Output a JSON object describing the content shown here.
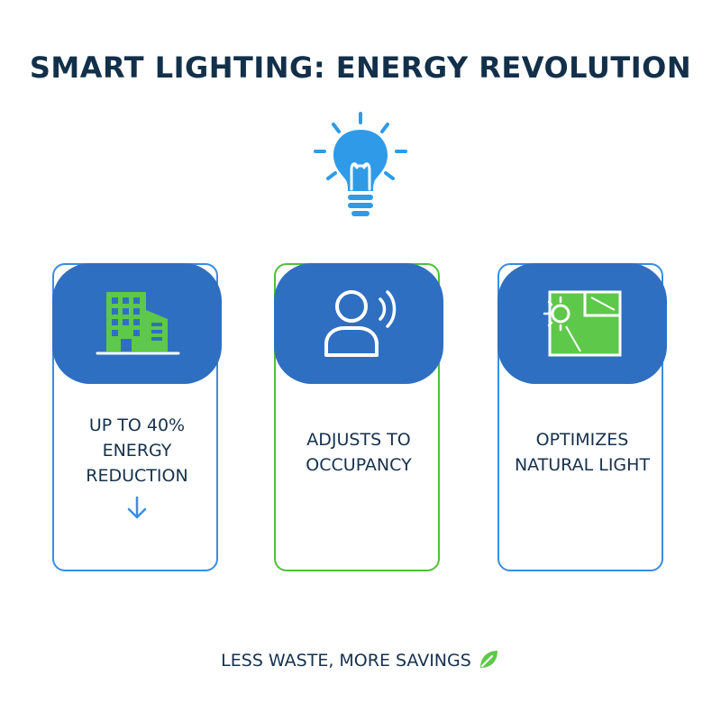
{
  "title": "SMART LIGHTING: ENERGY REVOLUTION",
  "cards": [
    {
      "text": "UP TO 40%\nENERGY\nREDUCTION",
      "icon": "office-building-icon",
      "border_color": "#3b8de0"
    },
    {
      "text": "ADJUSTS TO\nOCCUPANCY",
      "icon": "person-sensor-icon",
      "border_color": "#52bf3c"
    },
    {
      "text": "OPTIMIZES\nNATURAL LIGHT",
      "icon": "sunlit-window-icon",
      "border_color": "#3b8de0"
    }
  ],
  "footer": "LESS WASTE, MORE SAVINGS",
  "colors": {
    "title": "#13304a",
    "header_blue": "#2f6fc1",
    "accent_blue": "#3b8de0",
    "accent_green": "#52bf3c",
    "bulb": "#2f9be8"
  },
  "icons": [
    "light-bulb-icon",
    "down-arrow-icon",
    "leaf-icon"
  ]
}
